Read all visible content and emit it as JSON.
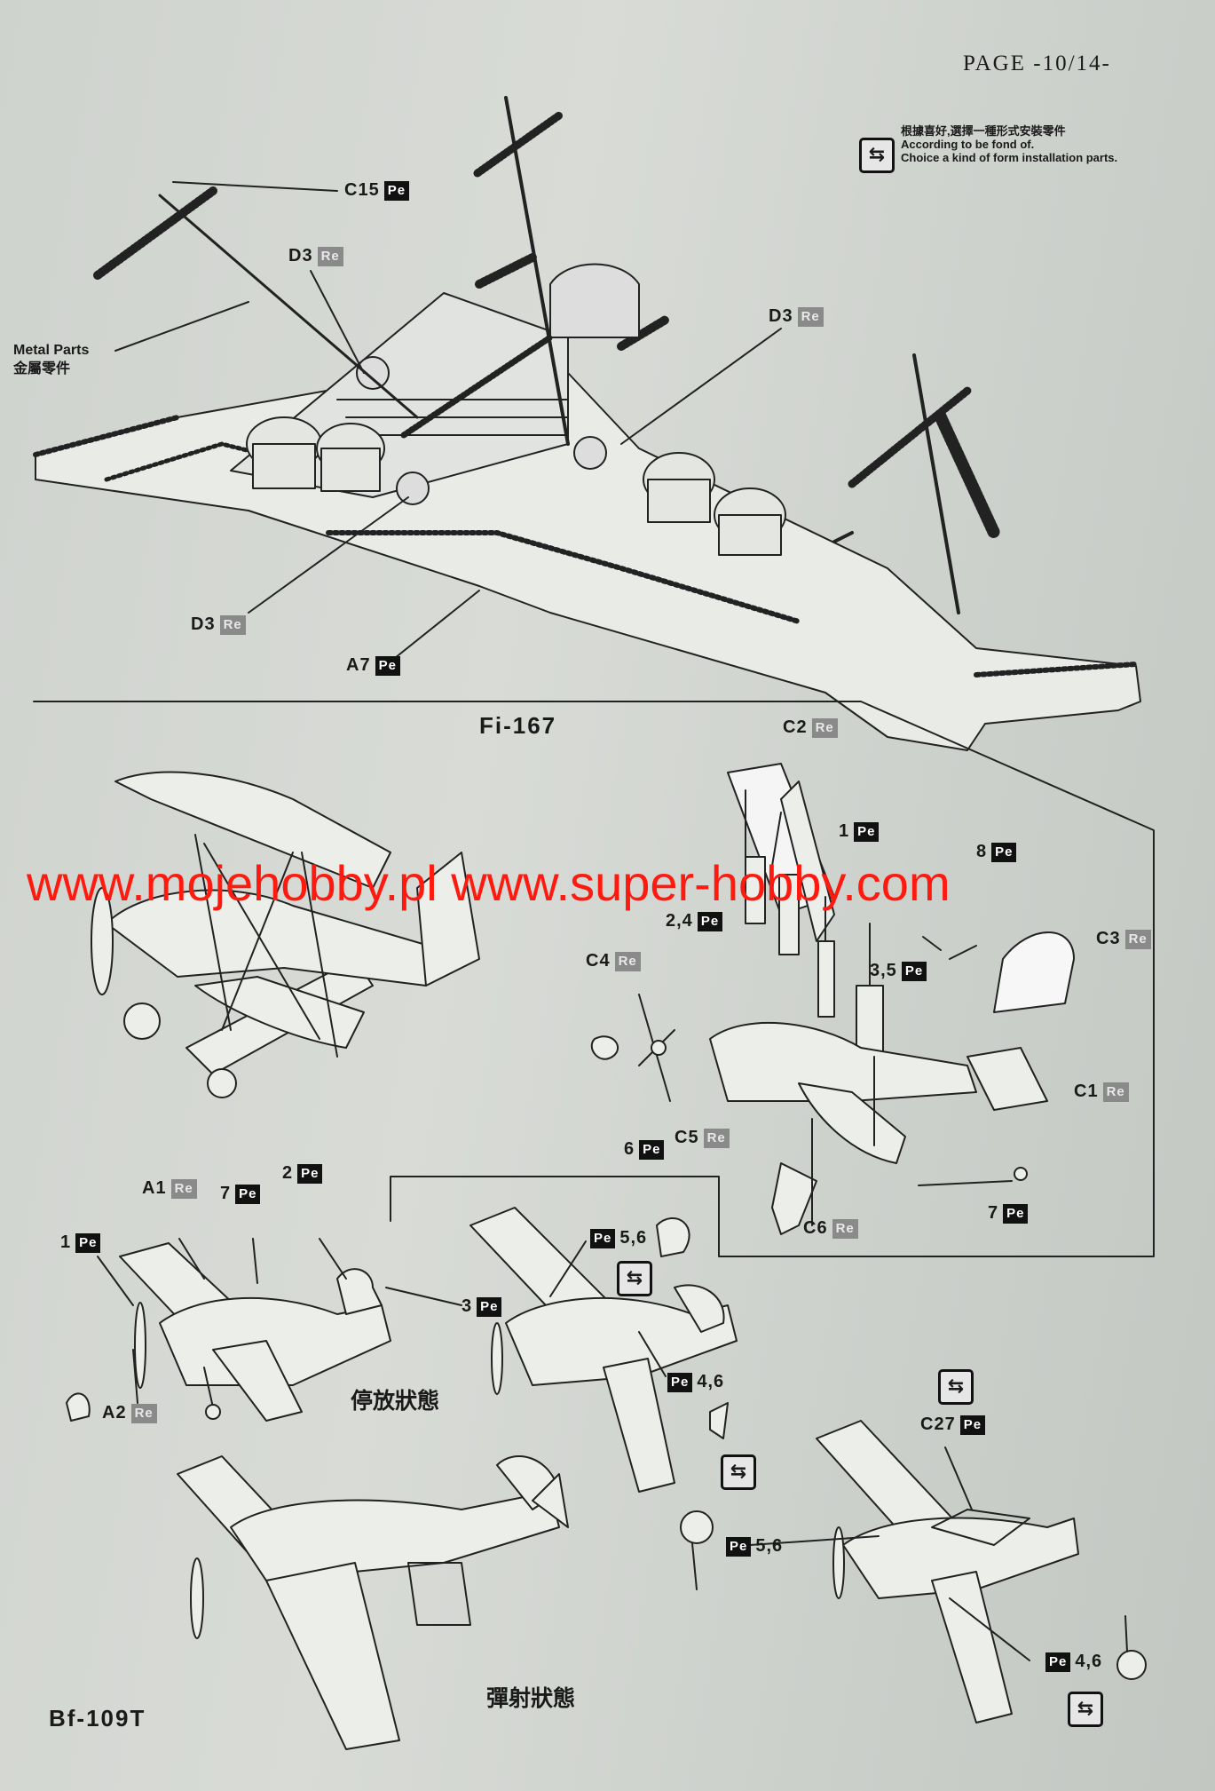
{
  "page_number": "PAGE -10/14-",
  "note": {
    "zh": "根據喜好,選擇一種形式安裝零件",
    "en_line1": "According to be fond of.",
    "en_line2": "Choice a kind of form installation parts."
  },
  "ship": {
    "metal_parts_en": "Metal Parts",
    "metal_parts_zh": "金屬零件",
    "labels": [
      {
        "part": "C15",
        "type": "Pe"
      },
      {
        "part": "D3",
        "type": "Re"
      },
      {
        "part": "D3",
        "type": "Re"
      },
      {
        "part": "D3",
        "type": "Re"
      },
      {
        "part": "A7",
        "type": "Pe"
      }
    ]
  },
  "fi167": {
    "title": "Fi-167",
    "labels": [
      {
        "part": "C2",
        "type": "Re"
      },
      {
        "part": "1",
        "type": "Pe"
      },
      {
        "part": "8",
        "type": "Pe"
      },
      {
        "part": "2,4",
        "type": "Pe"
      },
      {
        "part": "C4",
        "type": "Re"
      },
      {
        "part": "3,5",
        "type": "Pe"
      },
      {
        "part": "C3",
        "type": "Re"
      },
      {
        "part": "C1",
        "type": "Re"
      },
      {
        "part": "C5",
        "type": "Re"
      },
      {
        "part": "6",
        "type": "Pe"
      },
      {
        "part": "C6",
        "type": "Re"
      },
      {
        "part": "7",
        "type": "Pe"
      }
    ]
  },
  "bf109": {
    "title": "Bf-109T",
    "parked_zh": "停放狀態",
    "launch_zh": "彈射狀態",
    "labels": [
      {
        "part": "A1",
        "type": "Re"
      },
      {
        "part": "7",
        "type": "Pe"
      },
      {
        "part": "2",
        "type": "Pe"
      },
      {
        "part": "1",
        "type": "Pe"
      },
      {
        "part": "3",
        "type": "Pe"
      },
      {
        "part": "A2",
        "type": "Re"
      },
      {
        "part": "5,6",
        "type": "Pe"
      },
      {
        "part": "4,6",
        "type": "Pe"
      },
      {
        "part": "C27",
        "type": "Pe"
      },
      {
        "part": "5,6",
        "type": "Pe"
      },
      {
        "part": "4,6",
        "type": "Pe"
      }
    ]
  },
  "swap_symbol": "⇆",
  "watermark": "www.mojehobby.pl www.super-hobby.com",
  "colors": {
    "pe_badge": "#111111",
    "re_badge": "#8a8a8a",
    "watermark": "#ff1a10"
  }
}
